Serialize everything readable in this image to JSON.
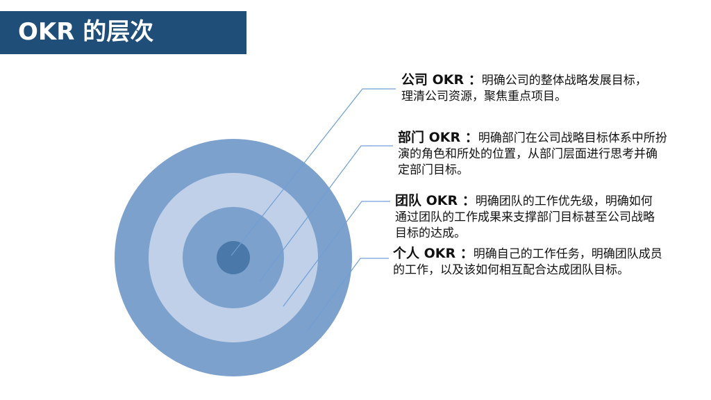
{
  "slide": {
    "title": "OKR 的层次"
  },
  "colors": {
    "title_bar": "#1f4e79",
    "ring_outer": "#7da1cd",
    "ring_second": "#bfd0e8",
    "ring_third": "#7da1cd",
    "ring_core": "#4a78a8",
    "leader_line": "#6f9fd4"
  },
  "levels": [
    {
      "id": "company",
      "heading": "公司 OKR ：",
      "text": "明确公司的整体战略发展目标，理清公司资源，聚焦重点项目。"
    },
    {
      "id": "department",
      "heading": "部门 OKR ：",
      "text": "明确部门在公司战略目标体系中所扮演的角色和所处的位置，从部门层面进行思考并确定部门目标。"
    },
    {
      "id": "team",
      "heading": "团队 OKR ：",
      "text": "明确团队的工作优先级，明确如何通过团队的工作成果来支撑部门目标甚至公司战略目标的达成。"
    },
    {
      "id": "individual",
      "heading": "个人 OKR ：",
      "text": "明确自己的工作任务，明确团队成员的工作，以及该如何相互配合达成团队目标。"
    }
  ]
}
